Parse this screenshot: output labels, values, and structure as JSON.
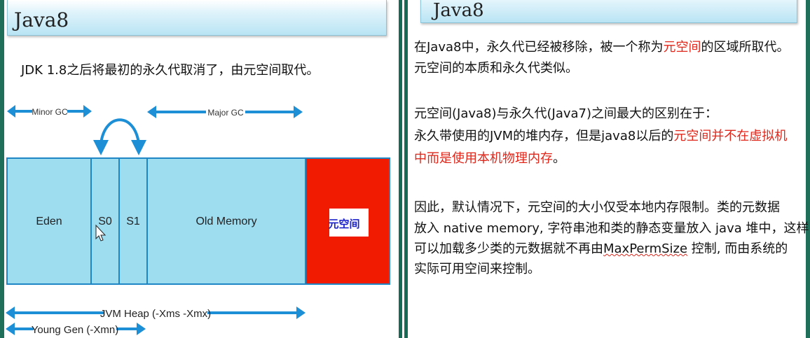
{
  "left": {
    "title": "Java8",
    "subtitle": "JDK 1.8之后将最初的永久代取消了，由元空间取代。",
    "diagram": {
      "minor_gc": "Minor GC",
      "major_gc": "Major GC",
      "eden": "Eden",
      "s0": "S0",
      "s1": "S1",
      "old": "Old Memory",
      "metaspace": "元空间",
      "jvm_heap": "JVM Heap (-Xms -Xmx)",
      "young_gen": "Young Gen (-Xmn)"
    },
    "colors": {
      "region_fill": "#9edcf0",
      "region_stroke": "#1f86c6",
      "metaspace_fill": "#f01b00",
      "arrow": "#1c8fd6"
    }
  },
  "right": {
    "title": "Java8",
    "p1_a": "在Java8中，永久代已经被移除，被一个称为",
    "p1_b": "元空间",
    "p1_c": "的区域所取代。",
    "p1_d": "元空间的本质和永久代类似。",
    "p2_a": "元空间(Java8)与永久代(Java7)之间最大的区别在于：",
    "p2_b": "永久带使用的JVM的堆内存，但是java8以后的",
    "p2_c": "元空间并不在虚拟机",
    "p2_d": "中而是使用本机物理内存",
    "p2_e": "。",
    "p3_a": "因此，默认情况下，元空间的大小仅受本地内存限制。类的元数据",
    "p3_b": "放入 native memory, 字符串池和类的静态变量放入 java 堆中，这样",
    "p3_c": "可以加载多少类的元数据就不再由",
    "p3_d": "MaxPermSize",
    "p3_e": " 控制, 而由系统的",
    "p3_f": "实际可用空间来控制。"
  }
}
